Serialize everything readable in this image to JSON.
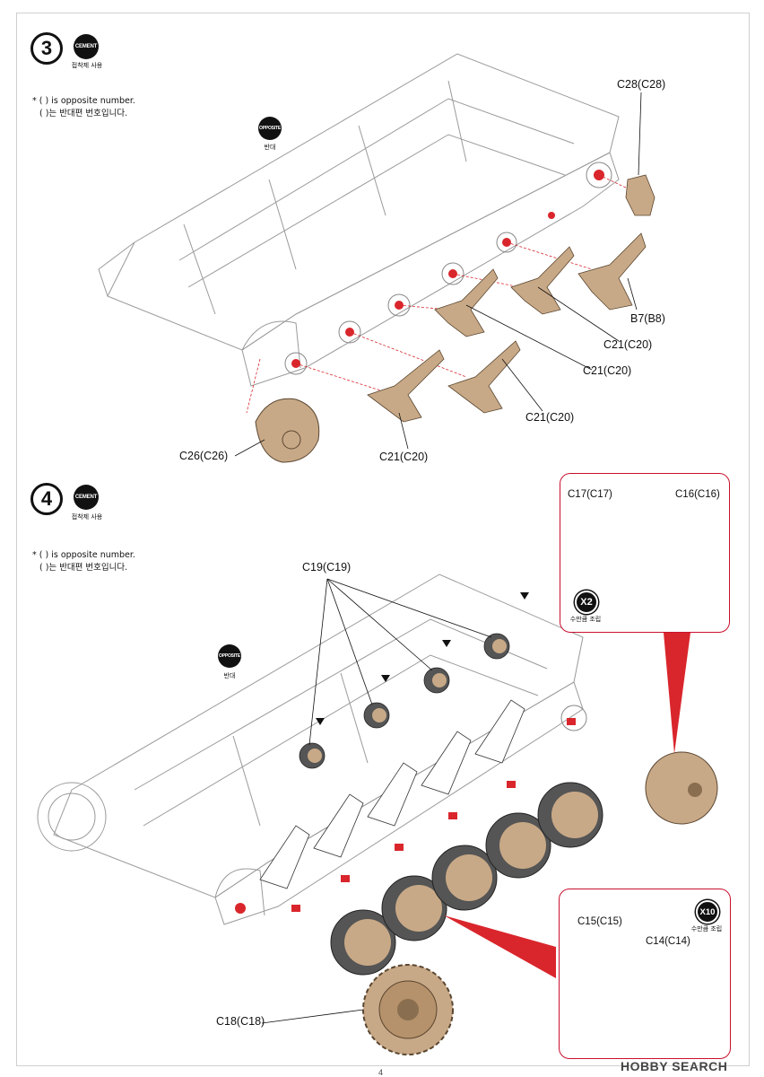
{
  "step3": {
    "number": "3",
    "cement_badge": "CEMENT",
    "cement_text": "접착제 사용",
    "note_line1": "* (   ) is opposite number.",
    "note_line2": "(   )는 반대편 번호입니다.",
    "opposite_badge": "OPPOSITE",
    "opposite_text": "반대",
    "labels": {
      "c28": "C28(C28)",
      "b7": "B7(B8)",
      "c21_a": "C21(C20)",
      "c21_b": "C21(C20)",
      "c21_c": "C21(C20)",
      "c21_d": "C21(C20)",
      "c26": "C26(C26)"
    }
  },
  "step4": {
    "number": "4",
    "cement_badge": "CEMENT",
    "cement_text": "접착제 사용",
    "note_line1": "* (   ) is opposite number.",
    "note_line2": "(   )는 반대편 번호입니다.",
    "opposite_badge": "OPPOSITE",
    "opposite_text": "반대",
    "labels": {
      "c19": "C19(C19)",
      "c18": "C18(C18)"
    },
    "detail_top": {
      "c17": "C17(C17)",
      "c16": "C16(C16)",
      "multiplier": "X2",
      "multiplier_text": "수만큼 조립"
    },
    "detail_bottom": {
      "c15": "C15(C15)",
      "c14": "C14(C14)",
      "multiplier": "X10",
      "multiplier_text": "수만큼 조립"
    }
  },
  "watermark": "HOBBY SEARCH",
  "page_number": "4",
  "colors": {
    "part_tan": "#c8a987",
    "accent_red": "#d9262c",
    "rubber": "#555555"
  }
}
